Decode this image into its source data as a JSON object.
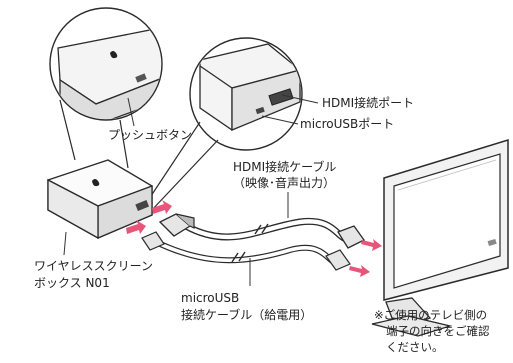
{
  "labels": {
    "push_button": "プッシュボタン",
    "hdmi_port": "HDMI接続ポート",
    "microusb_port": "microUSBポート",
    "hdmi_cable_line1": "HDMI接続ケーブル",
    "hdmi_cable_line2": "（映像･音声出力）",
    "device_line1": "ワイヤレススクリーン",
    "device_line2": "ボックス N01",
    "usb_cable_line1": "microUSB",
    "usb_cable_line2": "接続ケーブル（給電用）",
    "note_line1": "※ご使用のテレビ側の",
    "note_line2": "端子の向きをご確認",
    "note_line3": "ください。"
  },
  "colors": {
    "outline": "#2b2b2b",
    "leader": "#333333",
    "arrow": "#e8557a",
    "device_top": "#fbfbfb",
    "device_side": "#dcdcdc"
  }
}
